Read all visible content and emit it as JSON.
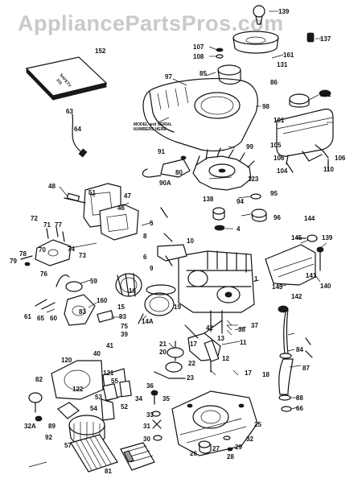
{
  "watermark": "AppliancePartsPros.com",
  "manual_label": [
    "SAFETY",
    "101"
  ],
  "model_note": [
    "MODEL and SERIAL",
    "NUMBERS HERE"
  ],
  "part_labels": {
    "p139t": "139",
    "p137": "137",
    "p107": "107",
    "p108": "108",
    "p161": "161",
    "p152": "152",
    "p97": "97",
    "p85": "85",
    "p131": "131",
    "p86": "86",
    "p102": "102",
    "p98": "98",
    "p101": "101",
    "p99": "99",
    "p105": "105",
    "p106a": "106",
    "p106b": "106",
    "p104": "104",
    "p110": "110",
    "p63": "63",
    "p64": "64",
    "p91": "91",
    "p80": "80",
    "p90A": "90A",
    "p123": "123",
    "p138": "138",
    "p95": "95",
    "p94": "94",
    "p96": "96",
    "p4": "4",
    "p48": "48",
    "p51": "51",
    "p47": "47",
    "p46": "46",
    "p72": "72",
    "p71": "71",
    "p77": "77",
    "p5": "5",
    "p144": "144",
    "p145": "145",
    "p139": "139",
    "p70": "70",
    "p74": "74",
    "p73": "73",
    "p79": "79",
    "p78": "78",
    "p76": "76",
    "p8": "8",
    "p10": "10",
    "p6": "6",
    "p9": "9",
    "p1": "1",
    "p143": "143",
    "p141": "141",
    "p140": "140",
    "p142": "142",
    "p59": "59",
    "p15": "15",
    "p16": "16",
    "p19": "19",
    "p61": "61",
    "p65": "65",
    "p60": "60",
    "p160": "160",
    "p93": "93",
    "p75": "75",
    "p14A": "14A",
    "p83": "83",
    "p39": "39",
    "p41": "41",
    "p40": "40",
    "p42": "42",
    "p38": "38",
    "p37": "37",
    "p13": "13",
    "p11": "11",
    "p84": "84",
    "p120": "120",
    "p121": "121",
    "p21": "21",
    "p20": "20",
    "p17a": "17",
    "p22": "22",
    "p12": "12",
    "p17b": "17",
    "p18": "18",
    "p87": "87",
    "p82": "82",
    "p122": "122",
    "p23": "23",
    "p55": "55",
    "p53": "53",
    "p54": "54",
    "p52": "52",
    "p34": "34",
    "p35": "35",
    "p36": "36",
    "p88": "88",
    "p66": "66",
    "p32A": "32A",
    "p89": "89",
    "p92": "92",
    "p57": "57",
    "p33": "33",
    "p31": "31",
    "p30": "30",
    "p25": "25",
    "p81": "81",
    "p26": "26",
    "p27": "27",
    "p29": "29",
    "p32": "32",
    "p28": "28"
  }
}
